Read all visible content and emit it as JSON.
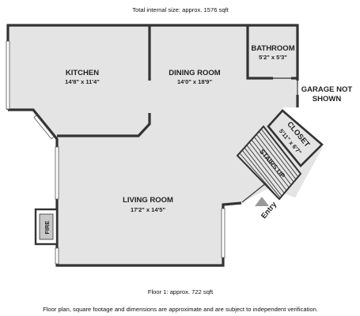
{
  "header": {
    "total_area": "Total internal size: approx. 1576 sqft"
  },
  "rooms": {
    "kitchen": {
      "name": "KITCHEN",
      "dims": "14'8\" x 11'4\""
    },
    "dining": {
      "name": "DINING ROOM",
      "dims": "14'0\" x 18'9\""
    },
    "bathroom": {
      "name": "BATHROOM",
      "dims": "5'2\" x 5'3\""
    },
    "living": {
      "name": "LIVING ROOM",
      "dims": "17'2\" x 14'5\""
    },
    "closet": {
      "name": "CLOSET",
      "dims": "5'11\" x 6'7\""
    }
  },
  "labels": {
    "garage_line1": "GARAGE NOT",
    "garage_line2": "SHOWN",
    "stairs": "STAIRS UP",
    "fire": "FIRE",
    "entry": "Entry"
  },
  "footer": {
    "floor_area": "Floor 1: approx. 722 sqft",
    "disclaimer": "Floor plan, square footage and dimensions are approximate and are subject to independent verification."
  },
  "colors": {
    "floor_fill": "#e4e4e4",
    "wall": "#333333",
    "entry_arrow": "#999999"
  }
}
